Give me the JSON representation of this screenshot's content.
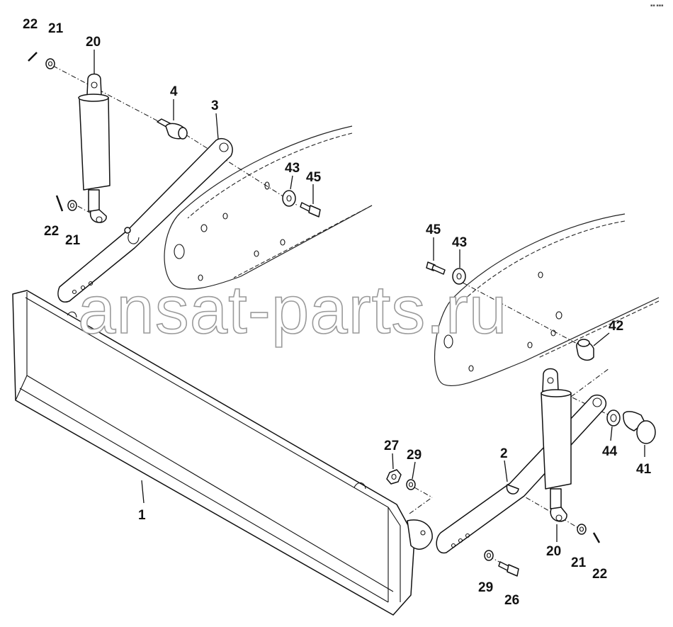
{
  "diagram": {
    "watermark": "ansat-parts.ru",
    "corner_mark": "▪▪ ▪▪▪",
    "callouts": [
      {
        "id": "c22a",
        "text": "22"
      },
      {
        "id": "c21a",
        "text": "21"
      },
      {
        "id": "c20a",
        "text": "20"
      },
      {
        "id": "c4",
        "text": "4"
      },
      {
        "id": "c3",
        "text": "3"
      },
      {
        "id": "c43a",
        "text": "43"
      },
      {
        "id": "c45a",
        "text": "45"
      },
      {
        "id": "c22b",
        "text": "22"
      },
      {
        "id": "c21b",
        "text": "21"
      },
      {
        "id": "c45b",
        "text": "45"
      },
      {
        "id": "c43b",
        "text": "43"
      },
      {
        "id": "c42",
        "text": "42"
      },
      {
        "id": "c44",
        "text": "44"
      },
      {
        "id": "c41",
        "text": "41"
      },
      {
        "id": "c27",
        "text": "27"
      },
      {
        "id": "c29a",
        "text": "29"
      },
      {
        "id": "c2",
        "text": "2"
      },
      {
        "id": "c1",
        "text": "1"
      },
      {
        "id": "c20b",
        "text": "20"
      },
      {
        "id": "c21c",
        "text": "21"
      },
      {
        "id": "c22c",
        "text": "22"
      },
      {
        "id": "c29b",
        "text": "29"
      },
      {
        "id": "c26",
        "text": "26"
      }
    ]
  }
}
